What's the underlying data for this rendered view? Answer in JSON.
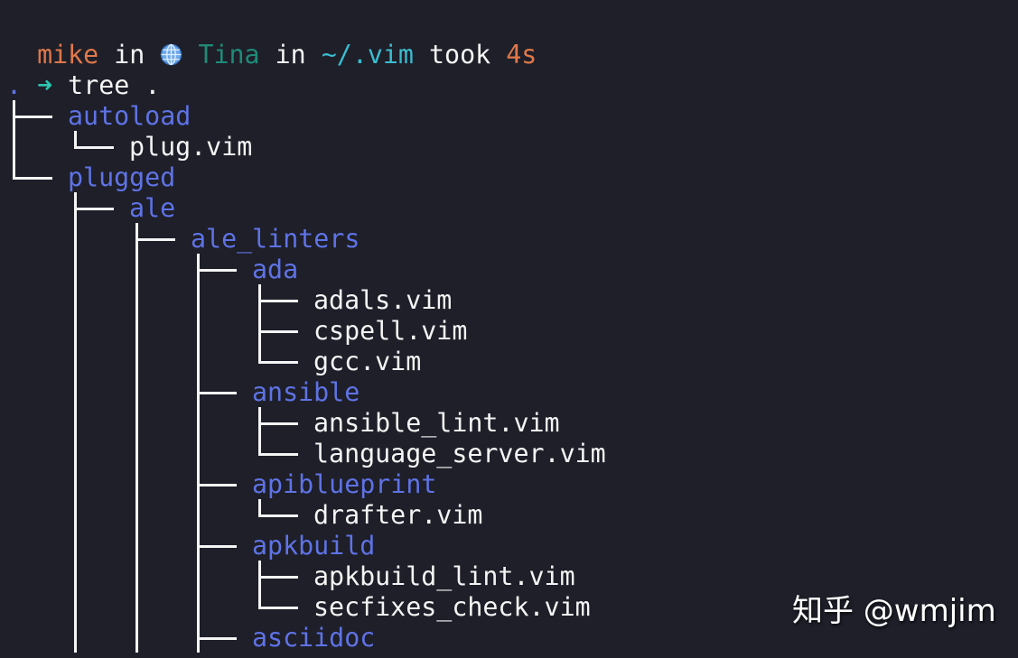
{
  "terminal": {
    "prompt": {
      "user": "mike",
      "in1": " in ",
      "host_icon": "globe-icon",
      "host": "Tina",
      "in2": " in ",
      "path": "~/.vim",
      "took": " took ",
      "duration": "4s"
    },
    "command": {
      "arrow": "➜",
      "text": " tree ."
    },
    "tree": {
      "root": ".",
      "entries": [
        {
          "name": "autoload",
          "type": "dir",
          "depth": 1
        },
        {
          "name": "plug.vim",
          "type": "file",
          "depth": 2
        },
        {
          "name": "plugged",
          "type": "dir",
          "depth": 1
        },
        {
          "name": "ale",
          "type": "dir",
          "depth": 2
        },
        {
          "name": "ale_linters",
          "type": "dir",
          "depth": 3
        },
        {
          "name": "ada",
          "type": "dir",
          "depth": 4
        },
        {
          "name": "adals.vim",
          "type": "file",
          "depth": 5
        },
        {
          "name": "cspell.vim",
          "type": "file",
          "depth": 5
        },
        {
          "name": "gcc.vim",
          "type": "file",
          "depth": 5
        },
        {
          "name": "ansible",
          "type": "dir",
          "depth": 4
        },
        {
          "name": "ansible_lint.vim",
          "type": "file",
          "depth": 5
        },
        {
          "name": "language_server.vim",
          "type": "file",
          "depth": 5
        },
        {
          "name": "apiblueprint",
          "type": "dir",
          "depth": 4
        },
        {
          "name": "drafter.vim",
          "type": "file",
          "depth": 5
        },
        {
          "name": "apkbuild",
          "type": "dir",
          "depth": 4
        },
        {
          "name": "apkbuild_lint.vim",
          "type": "file",
          "depth": 5
        },
        {
          "name": "secfixes_check.vim",
          "type": "file",
          "depth": 5
        },
        {
          "name": "asciidoc",
          "type": "dir",
          "depth": 4
        }
      ]
    }
  },
  "colors": {
    "background": "#1e1f29",
    "user": "#e0784a",
    "host": "#1f8a78",
    "path": "#3bbcd0",
    "duration": "#e0784a",
    "arrow": "#2ec4b0",
    "directory": "#5f73e6",
    "file": "#f4f4f4"
  },
  "watermark": {
    "text": "知乎 @wmjim"
  }
}
